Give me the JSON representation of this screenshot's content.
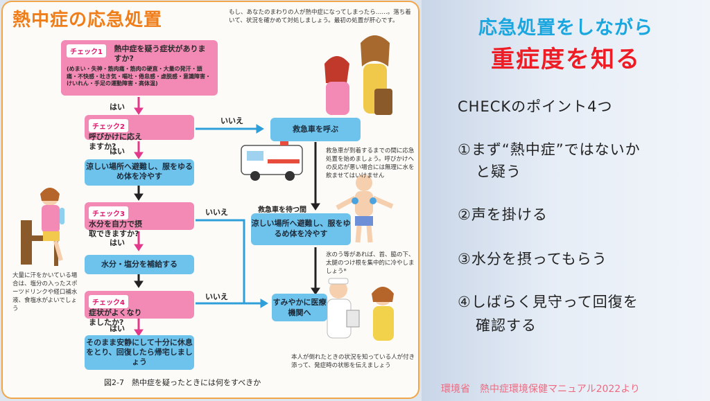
{
  "flowchart": {
    "title": "熱中症の応急処置",
    "intro": "もし、あなたのまわりの人が熱中症になってしまったら……。落ち着いて、状況を確かめて対処しましょう。最初の処置が肝心です。",
    "check1": {
      "tag": "チェック1",
      "question": "熱中症を疑う症状がありますか?",
      "detail": "(めまい・失神・筋肉痛・筋肉の硬直・大量の発汗・頭痛・不快感・吐き気・嘔吐・倦怠感・虚脱感・意識障害・けいれん・手足の運動障害・高体温)"
    },
    "yes1": "はい",
    "check2": {
      "tag": "チェック2",
      "question": "呼びかけに応えますか?"
    },
    "no2": "いいえ",
    "ambulance": "救急車を呼ぶ",
    "ambulance_note": "救急車が到着するまでの間に応急処置を始めましょう。呼びかけへの反応が悪い場合には無理に水を飲ませてはいけません",
    "yes2": "はい",
    "cool1": "涼しい場所へ避難し、服をゆるめ体を冷やす",
    "check3": {
      "tag": "チェック3",
      "question": "水分を自力で摂取できますか?"
    },
    "no3": "いいえ",
    "wait_label": "救急車を待つ間",
    "cool2": "涼しい場所へ避難し、服をゆるめ体を冷やす",
    "ice_note": "氷のう等があれば、首、脇の下、太腿のつけ根を集中的に冷やしましょう*",
    "yes3": "はい",
    "hydrate": "水分・塩分を補給する",
    "sweat_note": "大量に汗をかいている場合は、塩分の入ったスポーツドリンクや経口補水液、食塩水がよいでしょう",
    "check4": {
      "tag": "チェック4",
      "question": "症状がよくなりましたか?"
    },
    "no4": "いいえ",
    "hospital": "すみやかに医療機関へ",
    "hospital_note": "本人が倒れたときの状況を知っている人が付き添って、発症時の状態を伝えましょう",
    "yes4": "はい",
    "rest": "そのまま安静にして十分に休息をとり、回復したら帰宅しましょう",
    "caption": "図2-7　熱中症を疑ったときには何をすべきか"
  },
  "panel": {
    "title1": "応急処置をしながら",
    "title2": "重症度を知る",
    "heading": "CHECKのポイント4つ",
    "point1_line1": "①まず“熱中症”ではないか",
    "point1_line2": "と疑う",
    "point2": "②声を掛ける",
    "point3": "③水分を摂ってもらう",
    "point4_line1": "④しばらく見守って回復を",
    "point4_line2": "確認する",
    "source": "環境省　熱中症環境保健マニュアル2022より"
  },
  "colors": {
    "pink": "#f28ab5",
    "blue": "#6ec3ec",
    "orange": "#ef7d1a",
    "red": "#ee1c24",
    "cyan": "#1aa7e0"
  }
}
